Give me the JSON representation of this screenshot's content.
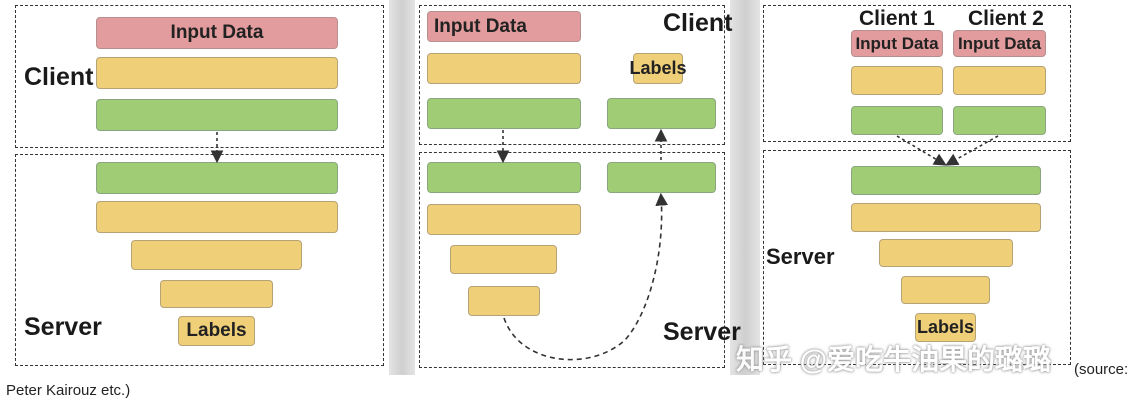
{
  "panel1": {
    "client_label": "Client",
    "server_label": "Server",
    "input_bar": "Input Data",
    "labels_bar": "Labels"
  },
  "panel2": {
    "client_label": "Client",
    "server_label": "Server",
    "input_bar": "Input Data",
    "labels_bar": "Labels"
  },
  "panel3": {
    "client1_label": "Client 1",
    "client2_label": "Client 2",
    "input_bar_1": "Input Data",
    "input_bar_2": "Input Data",
    "server_label": "Server",
    "labels_bar": "Labels"
  },
  "caption_left": "Peter Kairouz etc.)",
  "caption_right": "(source:",
  "watermark": "知乎 @爱吃牛油果的璐璐",
  "colors": {
    "input": "#e29c9d",
    "hidden": "#f0cf79",
    "cut": "#9fcc74"
  }
}
